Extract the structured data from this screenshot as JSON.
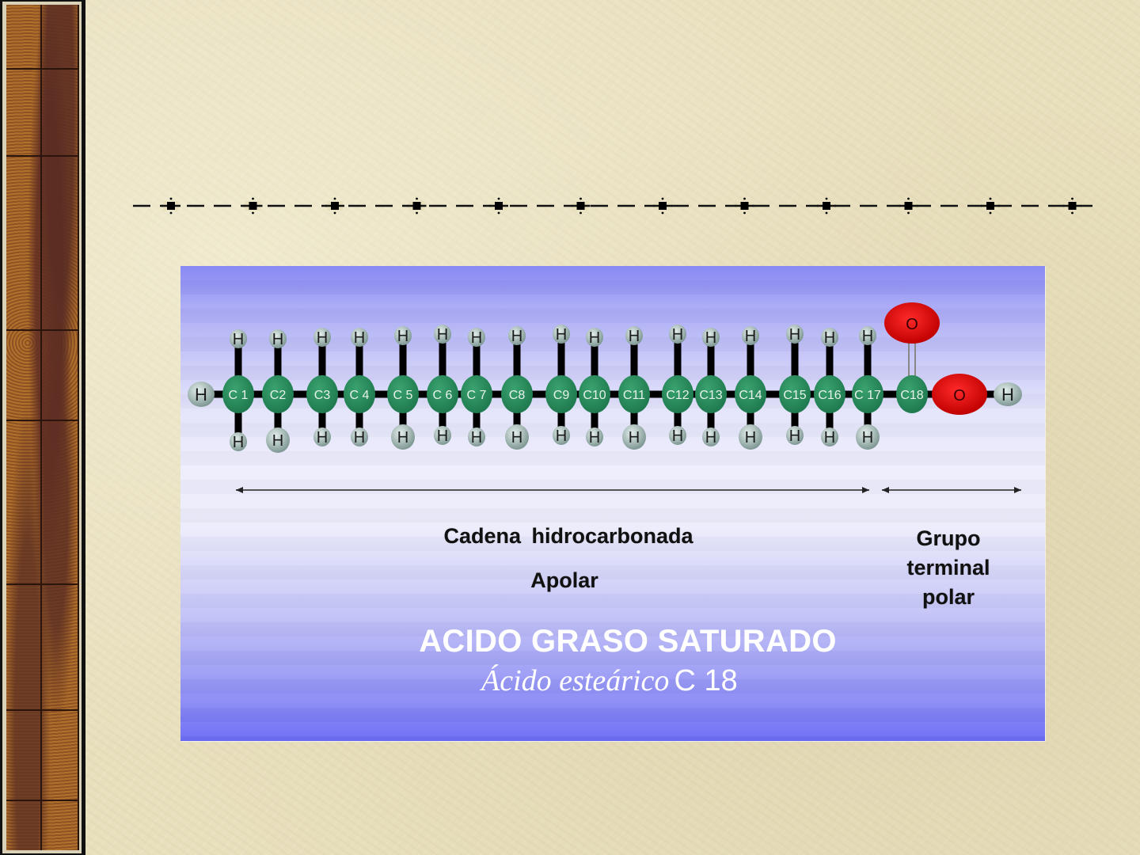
{
  "slide": {
    "background_color": "#e8dfbd",
    "divider": {
      "style": "dash-dot with square markers",
      "marker_count": 12
    }
  },
  "figure": {
    "molecule": {
      "name": "Ácido esteárico",
      "formula_carbons": 18,
      "terminal_hydrogen_left": "H",
      "carbons": [
        {
          "label": "C 1"
        },
        {
          "label": "C2"
        },
        {
          "label": "C3"
        },
        {
          "label": "C 4"
        },
        {
          "label": "C 5"
        },
        {
          "label": "C 6"
        },
        {
          "label": "C 7"
        },
        {
          "label": "C8"
        },
        {
          "label": "C9"
        },
        {
          "label": "C10"
        },
        {
          "label": "C11"
        },
        {
          "label": "C12"
        },
        {
          "label": "C13"
        },
        {
          "label": "C14"
        },
        {
          "label": "C15"
        },
        {
          "label": "C16"
        },
        {
          "label": "C 17"
        },
        {
          "label": "C18"
        }
      ],
      "hydrogen_label": "H",
      "carbonyl_oxygen_label": "O",
      "hydroxyl_oxygen_label": "O",
      "hydroxyl_hydrogen_label": "H",
      "colors": {
        "carbon": "#1f7a4f",
        "hydrogen": "#a9bdb8",
        "oxygen": "#e00000",
        "bond": "#000000"
      }
    },
    "labels": {
      "chain": "Cadena  hidrocarbonada",
      "apolar": "Apolar",
      "polar_line1": "Grupo",
      "polar_line2": "terminal",
      "polar_line3": "polar"
    },
    "title": "ACIDO GRASO SATURADO",
    "subtitle_italic": "Ácido esteárico",
    "subtitle_code": "C 18"
  }
}
